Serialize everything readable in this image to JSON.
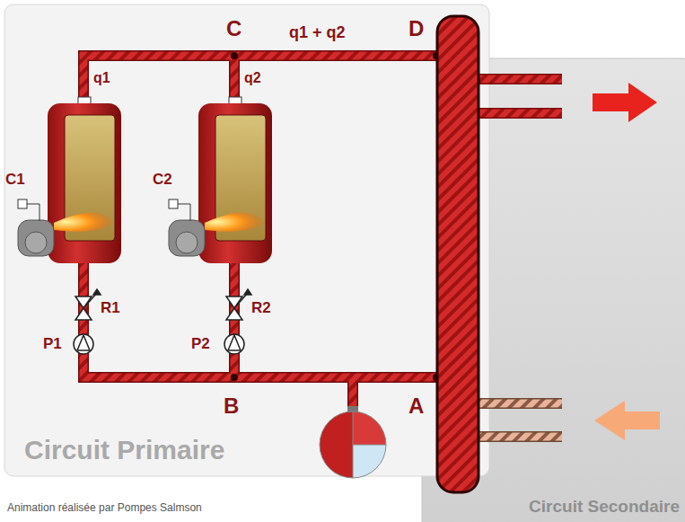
{
  "diagram": {
    "caption": "Animation réalisée par Pompes Salmson",
    "nodes": [
      {
        "text": [
          "Circuit Primaire"
        ]
      },
      {
        "text": [
          "Circuit Secondaire"
        ]
      }
    ],
    "labels": [
      "C",
      "q1 + q2",
      "D",
      "q1",
      "q2",
      "C1",
      "C2",
      "R1",
      "R2",
      "P1",
      "P2",
      "B",
      "A"
    ]
  }
}
